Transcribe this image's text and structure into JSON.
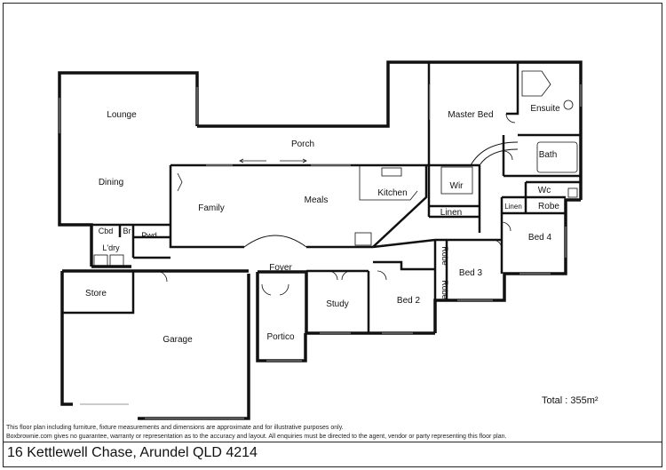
{
  "rooms": {
    "lounge": "Lounge",
    "dining": "Dining",
    "porch": "Porch",
    "master_bed": "Master Bed",
    "ensuite": "Ensuite",
    "bath": "Bath",
    "wc": "Wc",
    "robe_top": "Robe",
    "linen_right": "Linen",
    "bed4": "Bed 4",
    "wir": "Wir",
    "linen_mid": "Linen",
    "family": "Family",
    "meals": "Meals",
    "kitchen": "Kitchen",
    "cbd": "Cbd",
    "br": "Br",
    "pwd": "Pwd",
    "laundry": "L'dry",
    "foyer": "Foyer",
    "store": "Store",
    "garage": "Garage",
    "portico": "Portico",
    "study": "Study",
    "bed2": "Bed 2",
    "bed3": "Bed 3",
    "robe_a": "Robe",
    "robe_b": "Robe"
  },
  "total_area": "Total : 355m²",
  "disclaimer": {
    "line1": "This floor plan including furniture, fixture measurements and dimensions are approximate and for illustrative purposes only.",
    "line2": "Boxbrownie.com gives no guarantee, warranty or representation as to the accuracy and layout. All enquiries must be directed to the agent, vendor or party representing this floor plan."
  },
  "address": "16 Kettlewell Chase, Arundel QLD 4214",
  "colors": {
    "wall": "#111111",
    "window": "#9a9a9a",
    "text": "#111111"
  }
}
